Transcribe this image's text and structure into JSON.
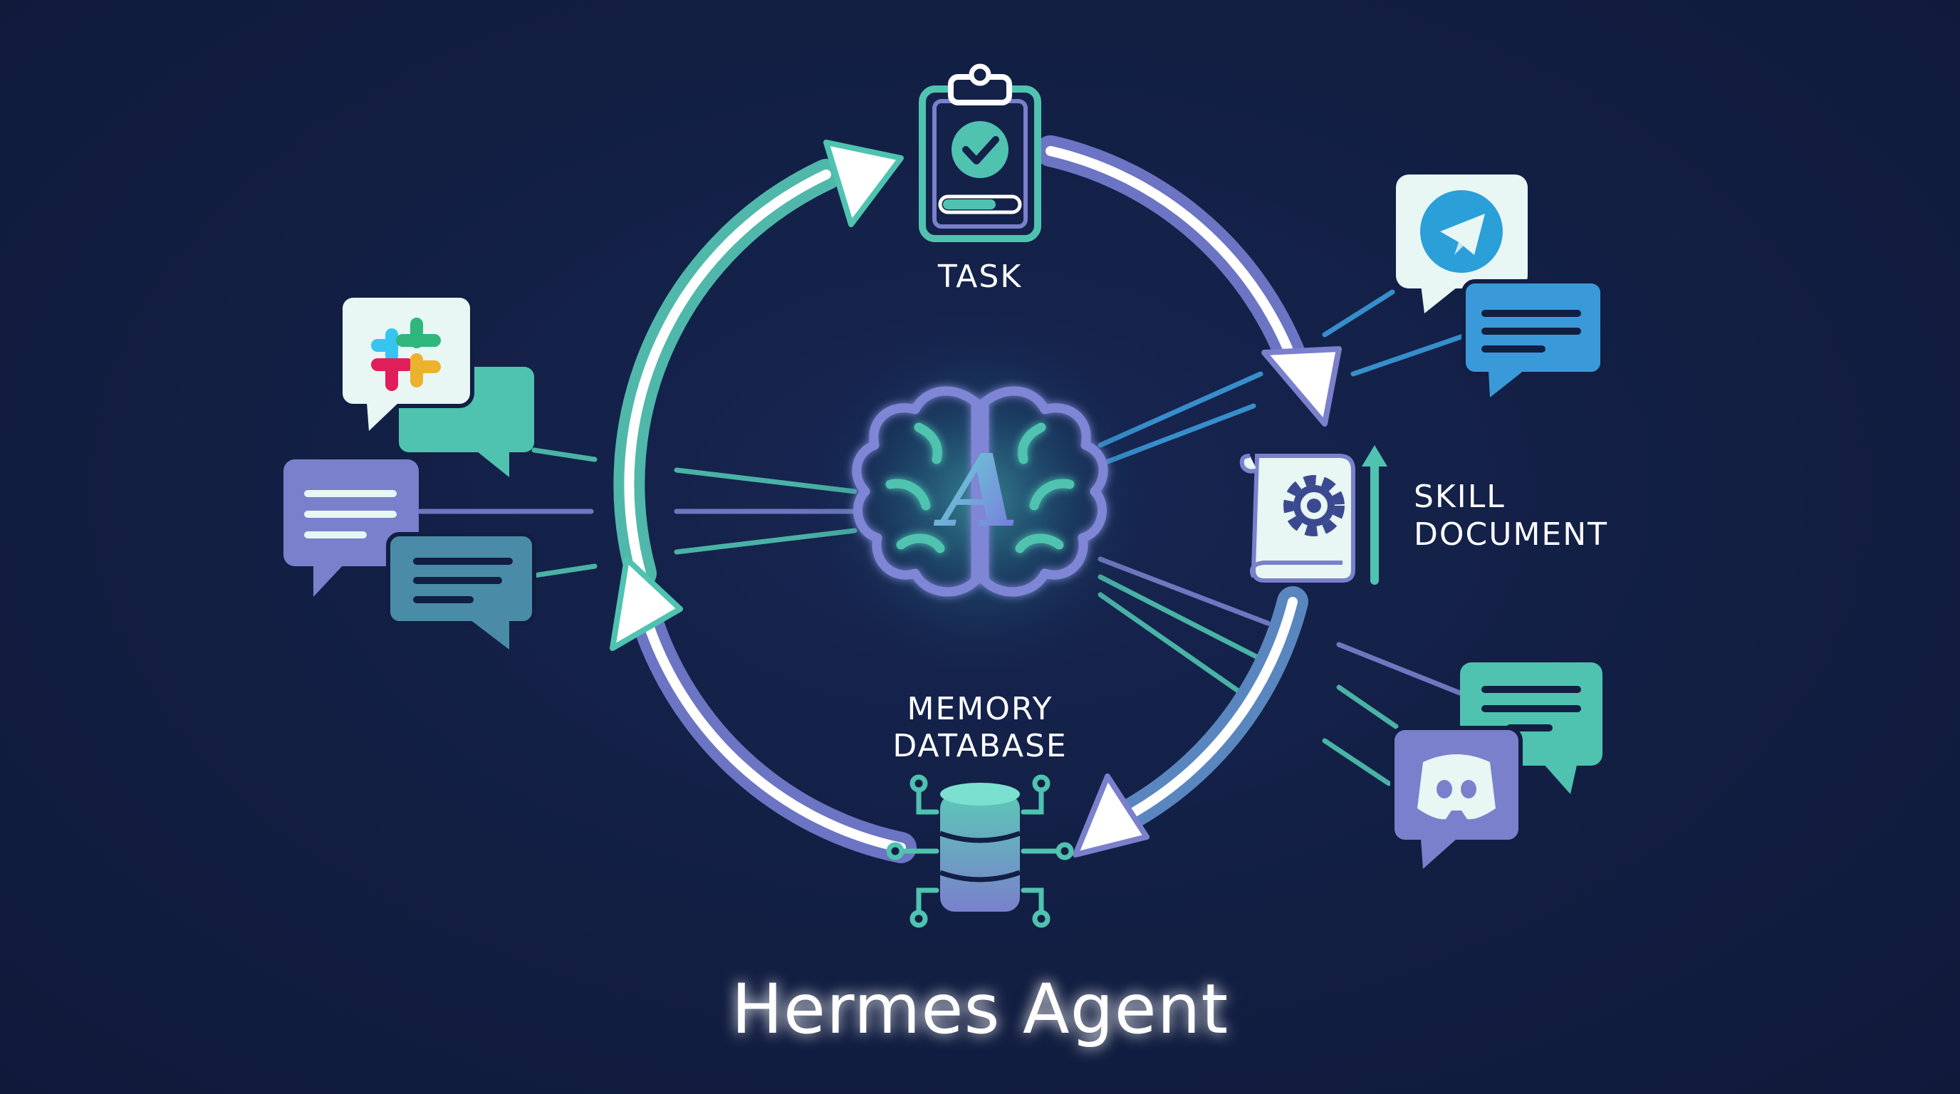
{
  "diagram": {
    "title": "Hermes Agent",
    "nodes": {
      "task": {
        "label": "TASK"
      },
      "skill": {
        "label_line1": "SKILL",
        "label_line2": "DOCUMENT"
      },
      "memory": {
        "label_line1": "MEMORY",
        "label_line2": "DATABASE"
      }
    },
    "center": {
      "glyph": "A"
    },
    "channels": [
      "slack",
      "telegram",
      "discord",
      "chat"
    ],
    "colors": {
      "background": "#121e42",
      "teal": "#4fc3b0",
      "purple": "#7a80cc",
      "blue": "#3a9ad9",
      "white": "#ffffff"
    }
  }
}
